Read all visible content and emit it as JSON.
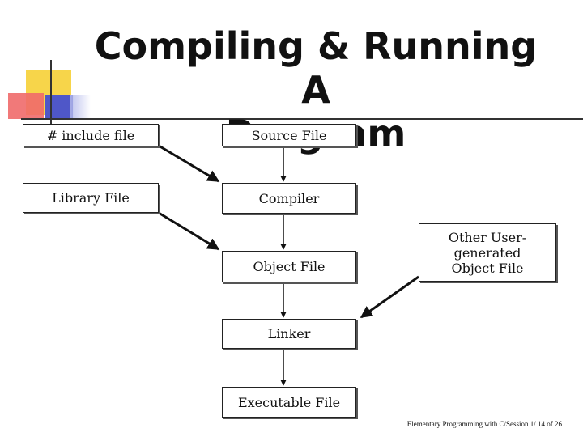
{
  "title": {
    "line1": "Compiling & Running A",
    "line2": "Program"
  },
  "boxes": {
    "include_file": "# include file",
    "source_file": "Source File",
    "library_file": "Library File",
    "compiler": "Compiler",
    "other_object_files": "Other User- generated Object File",
    "object_file": "Object File",
    "linker": "Linker",
    "executable_file": "Executable File"
  },
  "footer": "Elementary Programming with C/Session 1/ 14 of 26",
  "colors": {
    "accent_yellow": "#f7d54a",
    "accent_red": "#f06a6a",
    "accent_blue": "#4f57c8"
  }
}
